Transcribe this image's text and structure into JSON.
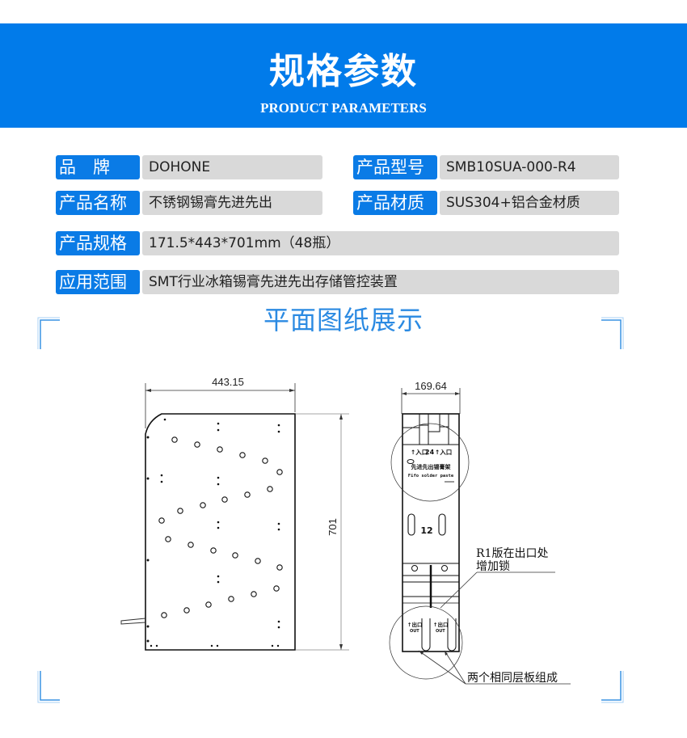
{
  "header": {
    "title": "规格参数",
    "subtitle": "PRODUCT PARAMETERS",
    "background_color": "#017bea"
  },
  "specs": {
    "brand": {
      "label": "品　牌",
      "value": "DOHONE"
    },
    "model": {
      "label": "产品型号",
      "value": "SMB10SUA-000-R4"
    },
    "name": {
      "label": "产品名称",
      "value": "不锈钢锡膏先进先出"
    },
    "material": {
      "label": "产品材质",
      "value": "SUS304+铝合金材质"
    },
    "size": {
      "label": "产品规格",
      "value": "171.5*443*701mm（48瓶）"
    },
    "application": {
      "label": "应用范围",
      "value": "SMT行业冰箱锡膏先进先出存储管控装置"
    }
  },
  "drawing_section": {
    "title": "平面图纸展示",
    "side_view": {
      "width_dim": "443.15",
      "height_dim": "701"
    },
    "front_view": {
      "width_dim": "169.64",
      "panel_inlet_label": "入口",
      "panel_count_top": "24",
      "panel_text_cn": "先进先出锡膏架",
      "panel_text_en": "Fifo solder paste",
      "middle_count": "12",
      "outlet_label": "出口",
      "outlet_en": "OUT"
    },
    "annotations": {
      "lock_note_line1": "R1版在出口处",
      "lock_note_line2": "增加锁",
      "layers_note": "两个相同层板组成"
    }
  },
  "colors": {
    "label_bg": "#0a7be6",
    "value_bg": "#d9d9d9",
    "section_title": "#2b8ae2",
    "corner_line": "#3a94e4"
  }
}
